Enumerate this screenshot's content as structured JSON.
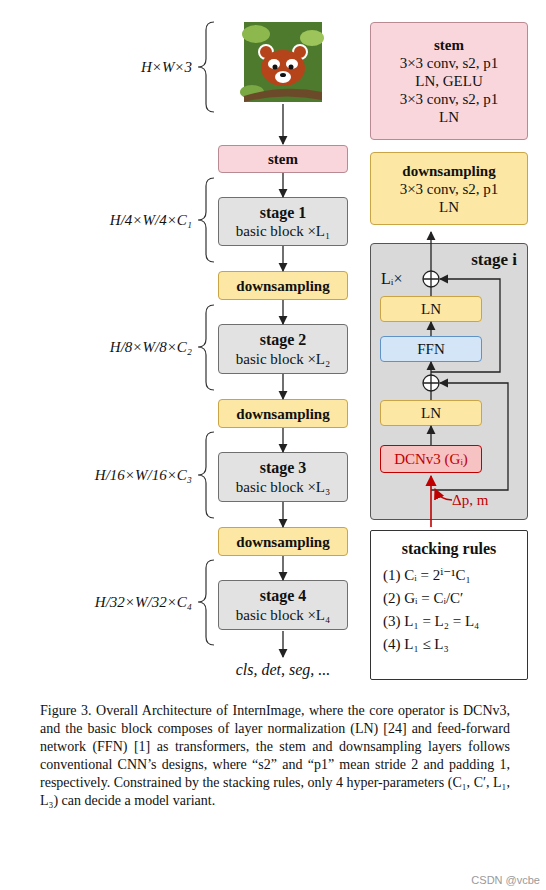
{
  "diagram": {
    "caption": "Figure 3. Overall Architecture of InternImage, where the core operator is DCNv3, and the basic block composes of layer normalization (LN) [24] and feed-forward network (FFN) [1] as transformers, the stem and downsampling layers follows conventional CNN’s designs, where “s2” and “p1” mean stride 2 and padding 1, respectively. Constrained by the stacking rules, only 4 hyper-parameters (C₁, C′, L₁, L₃) can decide a model variant.",
    "nodes": [
      {
        "text": [
          "stem"
        ]
      },
      {
        "text": [
          "stage 1",
          "basic block ×L₁"
        ]
      },
      {
        "text": [
          "downsampling"
        ]
      },
      {
        "text": [
          "stage 2",
          "basic block ×L₂"
        ]
      },
      {
        "text": [
          "downsampling"
        ]
      },
      {
        "text": [
          "stage 3",
          "basic block ×L₃"
        ]
      },
      {
        "text": [
          "downsampling"
        ]
      },
      {
        "text": [
          "stage 4",
          "basic block ×L₄"
        ]
      },
      {
        "text": [
          "stem",
          "3×3 conv, s2, p1",
          "LN, GELU",
          "3×3 conv, s2, p1",
          "LN"
        ]
      },
      {
        "text": [
          "downsampling",
          "3×3 conv, s2, p1",
          "LN"
        ]
      },
      {
        "text": [
          "stage i",
          "Lᵢ×"
        ]
      },
      {
        "text": [
          "LN"
        ],
        "in": 10
      },
      {
        "text": [
          "FFN"
        ],
        "in": 10
      },
      {
        "text": [
          "LN"
        ],
        "in": 10
      },
      {
        "text": [
          "DCNv3 (Gᵢ)"
        ],
        "in": 10
      },
      {
        "text": [
          "stacking rules",
          "(1) Cᵢ = 2ⁱ⁻¹C₁",
          "(2) Gᵢ = Cᵢ/C′",
          "(3) L₁ = L₂ = L₄",
          "(4) L₁ ≤ L₃"
        ]
      }
    ],
    "edges": [
      {
        "from": 0,
        "to": 1,
        "arrow": "to"
      },
      {
        "from": 1,
        "to": 2,
        "arrow": "to"
      },
      {
        "from": 2,
        "to": 3,
        "arrow": "to"
      },
      {
        "from": 3,
        "to": 4,
        "arrow": "to"
      },
      {
        "from": 4,
        "to": 5,
        "arrow": "to"
      },
      {
        "from": 5,
        "to": 6,
        "arrow": "to"
      },
      {
        "from": 6,
        "to": 7,
        "arrow": "to"
      },
      {
        "from": 14,
        "to": 13,
        "arrow": "to"
      },
      {
        "from": 13,
        "to": 12,
        "arrow": "to"
      },
      {
        "from": 12,
        "to": 11,
        "arrow": "to"
      }
    ],
    "labels": [
      "H×W×3",
      "H/4×W/4×C₁",
      "H/8×W/8×C₂",
      "H/16×W/16×C₃",
      "H/32×W/32×C₄",
      "cls, det, seg, ...",
      "Δp, m",
      "CSDN @vcbe"
    ]
  }
}
